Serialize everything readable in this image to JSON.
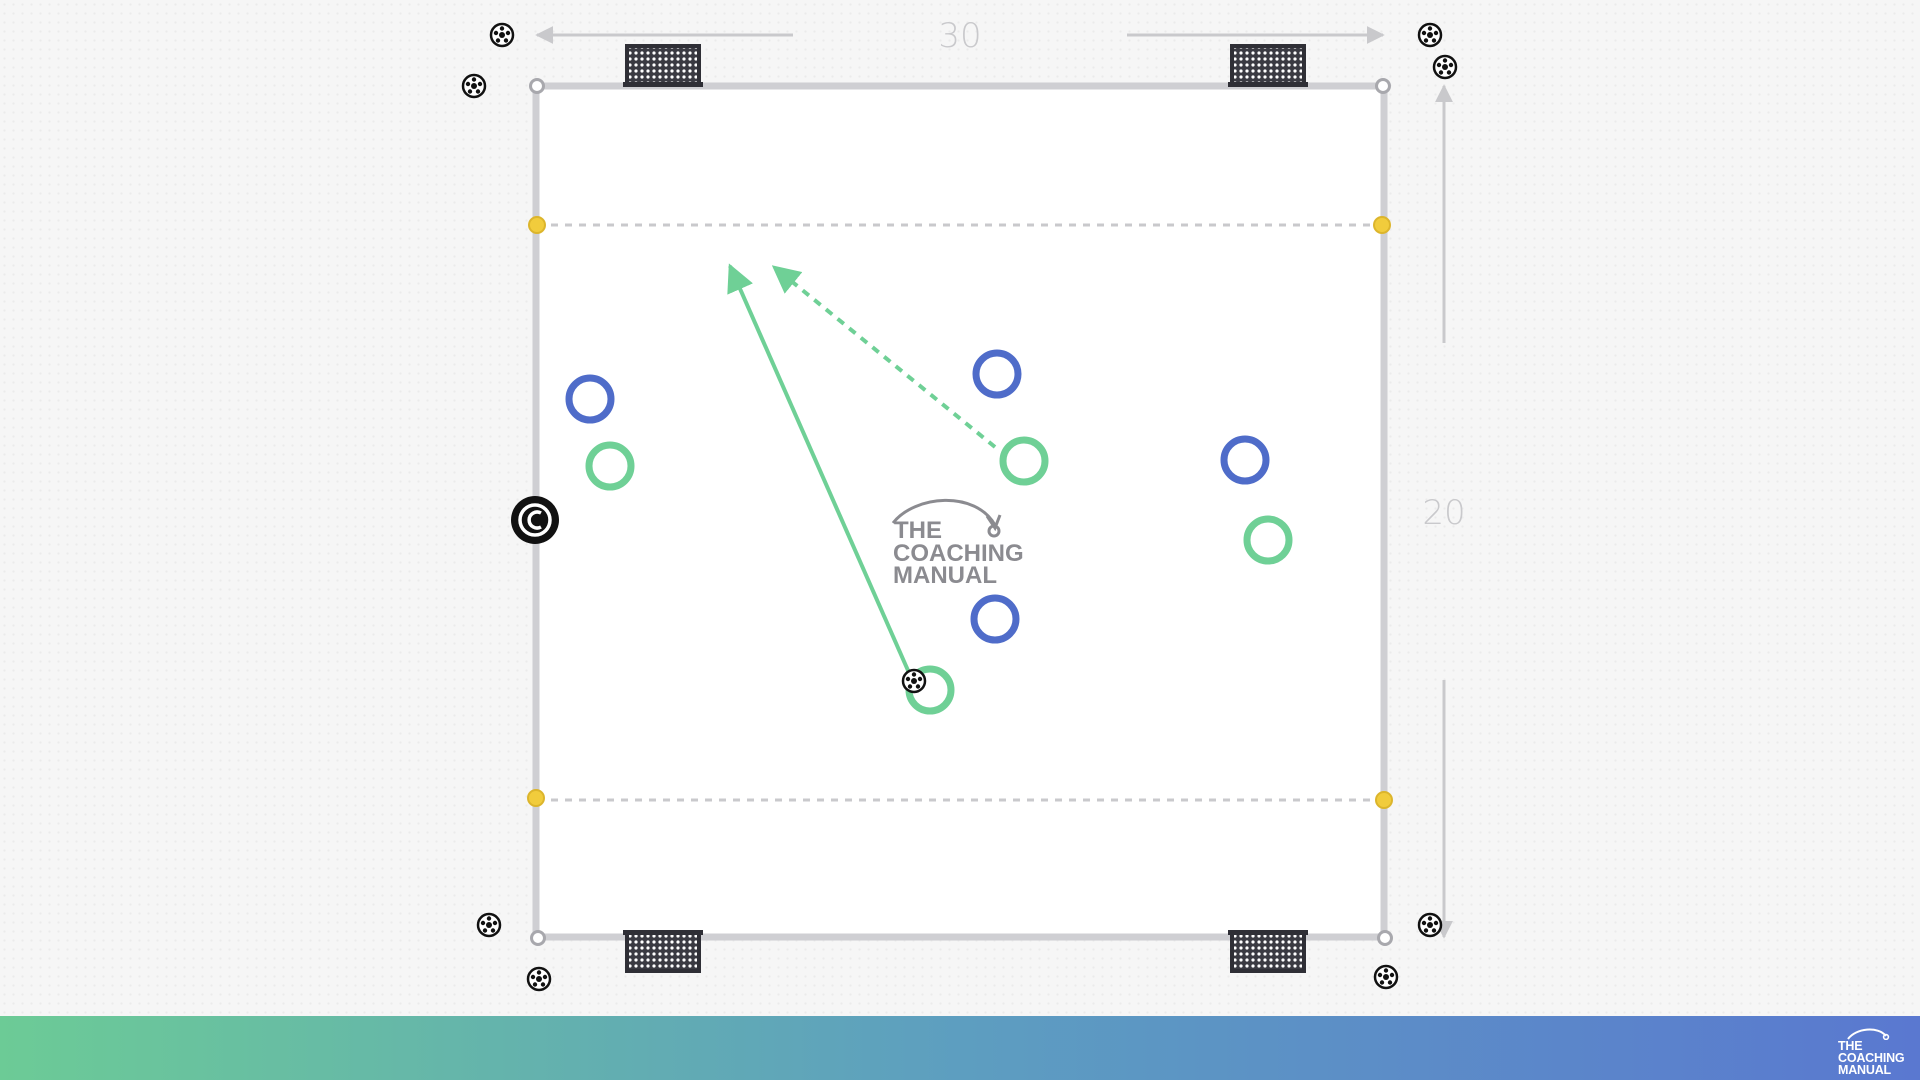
{
  "dimensions": {
    "width_label": "30",
    "height_label": "20"
  },
  "watermark": {
    "line1": "THE",
    "line2": "COACHING",
    "line3": "MANUAL"
  },
  "footer_logo": {
    "line1": "THE",
    "line2": "COACHING",
    "line3": "MANUAL"
  },
  "colors": {
    "team_blue": "#4f6cc9",
    "team_green": "#6fd096",
    "boundary": "#cfcfd3",
    "cone_yellow": "#f1cc3c",
    "goal": "#2f2f36",
    "pass_arrow": "#6fd096"
  },
  "legend": {
    "coach_icon": "copyright-coach-icon",
    "ball_icon": "soccer-ball-icon",
    "goal_icon": "mini-goal-icon"
  }
}
